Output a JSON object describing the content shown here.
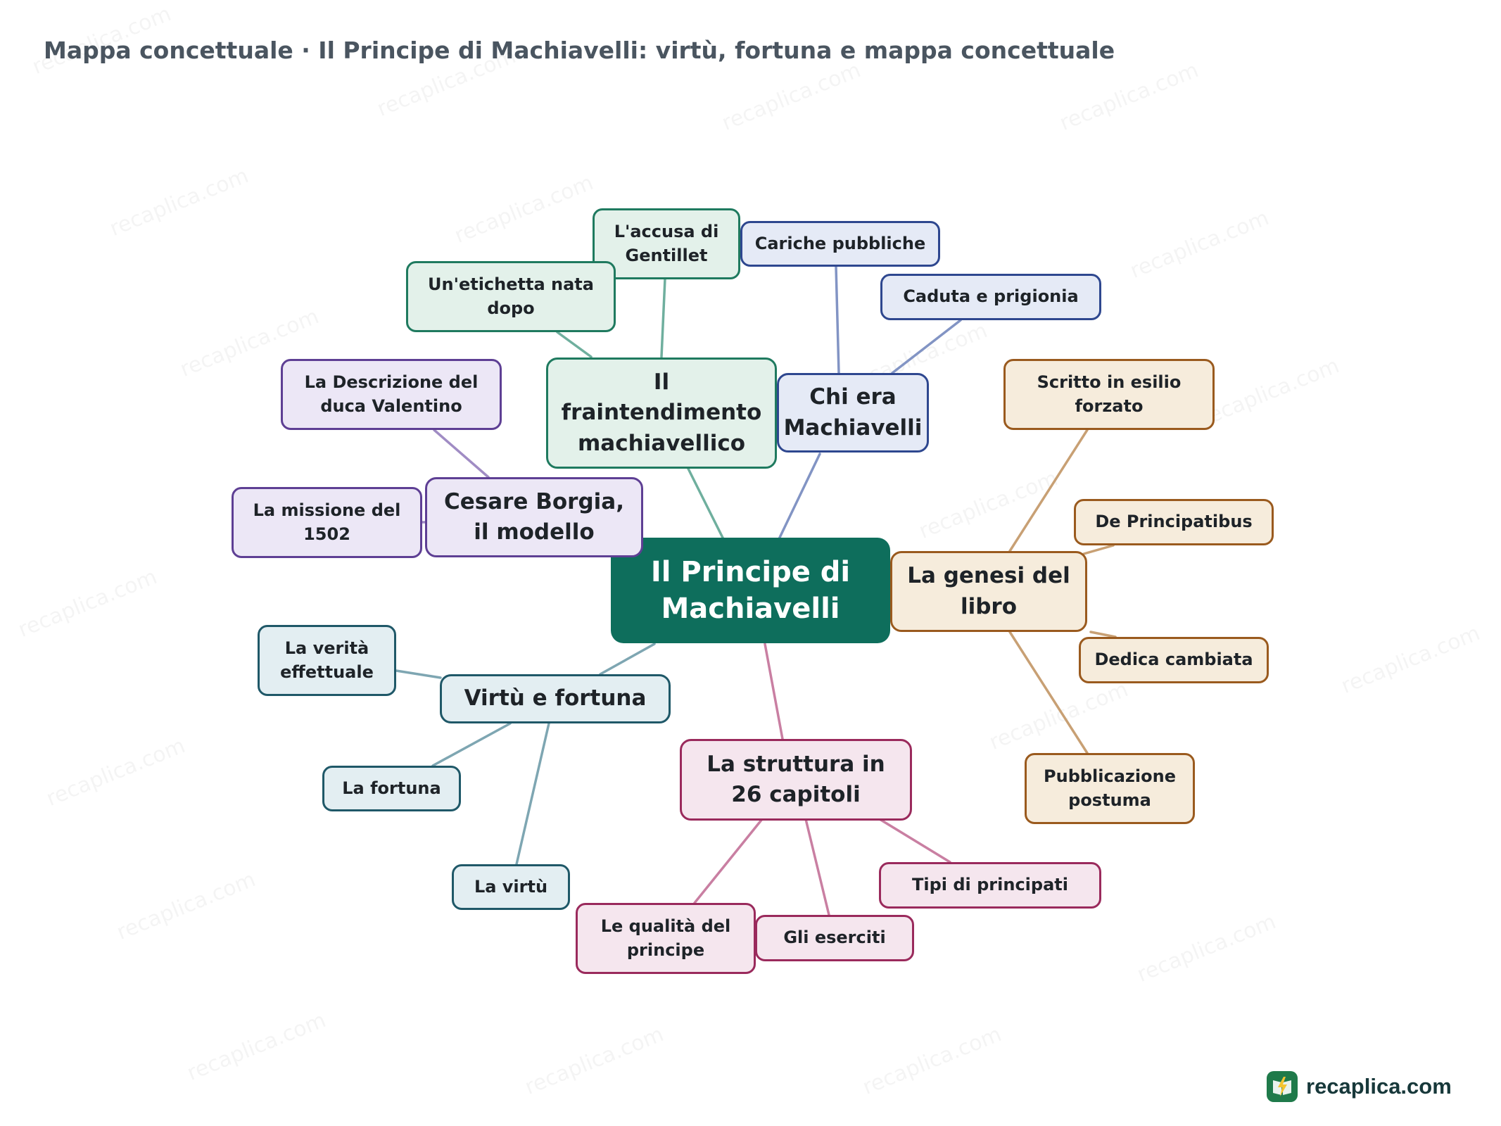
{
  "title": "Mappa concettuale · Il Principe di Machiavelli: virtù, fortuna e mappa concettuale",
  "root": "Il Principe di Machiavelli",
  "branches": [
    {
      "label": "Il fraintendimento machiavellico",
      "color": "#1f7a5f",
      "children": [
        "L'accusa di Gentillet",
        "Un'etichetta nata dopo"
      ]
    },
    {
      "label": "Chi era Machiavelli",
      "color": "#2e478f",
      "children": [
        "Cariche pubbliche",
        "Caduta e prigionia"
      ]
    },
    {
      "label": "Cesare Borgia, il modello",
      "color": "#5e3f94",
      "children": [
        "La Descrizione del duca Valentino",
        "La missione del 1502"
      ]
    },
    {
      "label": "La genesi del libro",
      "color": "#9a5a1e",
      "children": [
        "Scritto in esilio forzato",
        "De Principatibus",
        "Dedica cambiata",
        "Pubblicazione postuma"
      ]
    },
    {
      "label": "Virtù e fortuna",
      "color": "#1f5868",
      "children": [
        "La verità effettuale",
        "La fortuna",
        "La virtù"
      ]
    },
    {
      "label": "La struttura in 26 capitoli",
      "color": "#9a2a5c",
      "children": [
        "Tipi di principati",
        "Gli eserciti",
        "Le qualità del principe"
      ]
    }
  ],
  "watermark": "recaplica.com",
  "brand": {
    "name": "recaplica.com",
    "icon": "lightning-book-icon",
    "color": "#1f7a4a"
  }
}
